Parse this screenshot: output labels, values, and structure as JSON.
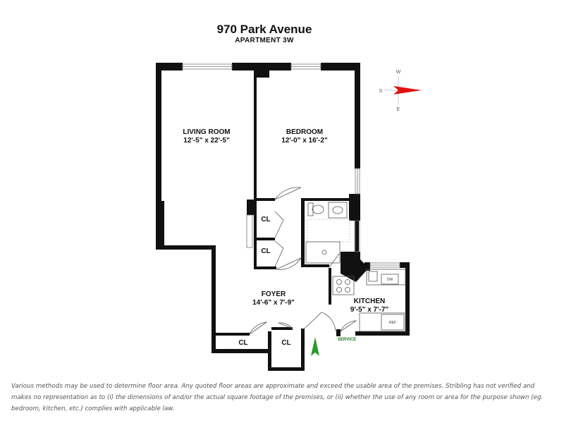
{
  "header": {
    "title": "970 Park Avenue",
    "subtitle": "APARTMENT 3W"
  },
  "rooms": {
    "living_room": {
      "name": "LIVING ROOM",
      "dims": "12'-5\" x 22'-5\""
    },
    "bedroom": {
      "name": "BEDROOM",
      "dims": "12'-0\" x 16'-2\""
    },
    "foyer": {
      "name": "FOYER",
      "dims": "14'-6\" x 7'-9\""
    },
    "kitchen": {
      "name": "KITCHEN",
      "dims": "9'-5\" x 7'-7\""
    }
  },
  "closets": {
    "cl_upper": "CL",
    "cl_lower": "CL",
    "cl_foyer_left": "CL",
    "cl_foyer_right": "CL"
  },
  "appliances": {
    "dishwasher": "DW",
    "refrigerator": "REF"
  },
  "service_label": "SERVICE",
  "compass": {
    "w": "W",
    "s": "S",
    "e": "E"
  },
  "colors": {
    "wall": "#111111",
    "north_arrow": "#2a9a2a",
    "compass_arrow": "#e01010"
  },
  "disclaimer": "Various methods may be used to determine floor area. Any quoted floor areas are approximate and exceed the usable area of the premises. Stribling has not verified and makes no representation as to (i) the dimensions of and/or the actual square footage of the premises, or (ii) whether the use of any room or area for the purpose shown (eg. bedroom, kitchen, etc.) complies with applicable law."
}
